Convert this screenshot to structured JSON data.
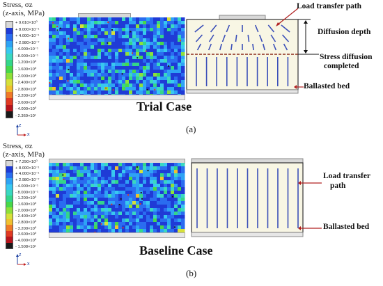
{
  "legend_trial": {
    "title_line1": "Stress, σz",
    "title_line2": "(z-axis, MPa)",
    "labels": [
      "+ 9.610×10⁰",
      "+ 8.000×10⁻¹",
      "+ 4.000×10⁻¹",
      "+ 2.980×10⁻⁷",
      "- 4.000×10⁻¹",
      "- 8.000×10⁻¹",
      "- 1.200×10⁰",
      "- 1.600×10⁰",
      "- 2.000×10⁰",
      "- 2.400×10⁰",
      "- 2.800×10⁰",
      "- 3.200×10⁰",
      "- 3.600×10⁰",
      "- 4.000×10⁰",
      "- 2.369×10¹"
    ]
  },
  "legend_baseline": {
    "title_line1": "Stress, σz",
    "title_line2": "(z-axis, MPa)",
    "labels": [
      "+ 7.290×10⁰",
      "+ 8.000×10⁻¹",
      "+ 4.000×10⁻¹",
      "+ 2.980×10⁻⁷",
      "- 4.000×10⁻¹",
      "- 8.000×10⁻¹",
      "- 1.200×10⁰",
      "- 1.600×10⁰",
      "- 2.000×10⁰",
      "- 2.400×10⁰",
      "- 2.800×10⁰",
      "- 3.200×10⁰",
      "- 3.600×10⁰",
      "- 4.000×10⁰",
      "- 1.508×10¹"
    ]
  },
  "legend_colors": [
    "#d8d8d8",
    "#1f3bd6",
    "#2a6df0",
    "#2ea3f5",
    "#38c8f0",
    "#3ad8c0",
    "#34d68a",
    "#48d84a",
    "#8ee03a",
    "#d6e03a",
    "#f0c030",
    "#f07a28",
    "#e03a22",
    "#b8141c",
    "#1a1a1a"
  ],
  "axes": {
    "z": "z",
    "x": "x"
  },
  "trial": {
    "case_title": "Trial Case",
    "panel_label": "(a)",
    "annotations": {
      "load_transfer": "Load transfer path",
      "diffusion_depth": "Diffusion depth",
      "stress_diffusion_line1": "Stress diffusion",
      "stress_diffusion_line2": "completed",
      "ballasted_bed": "Ballasted bed"
    }
  },
  "baseline": {
    "case_title": "Baseline Case",
    "panel_label": "(b)",
    "annotations": {
      "load_transfer_line1": "Load transfer",
      "load_transfer_line2": "path",
      "ballasted_bed": "Ballasted bed"
    }
  },
  "colors": {
    "schematic_fill": "#f8f6e4",
    "schematic_line": "#3b4fb8",
    "plate_fill": "#d8d8d8",
    "arrow": "#b02020",
    "dashed": "#8b2a1a"
  }
}
